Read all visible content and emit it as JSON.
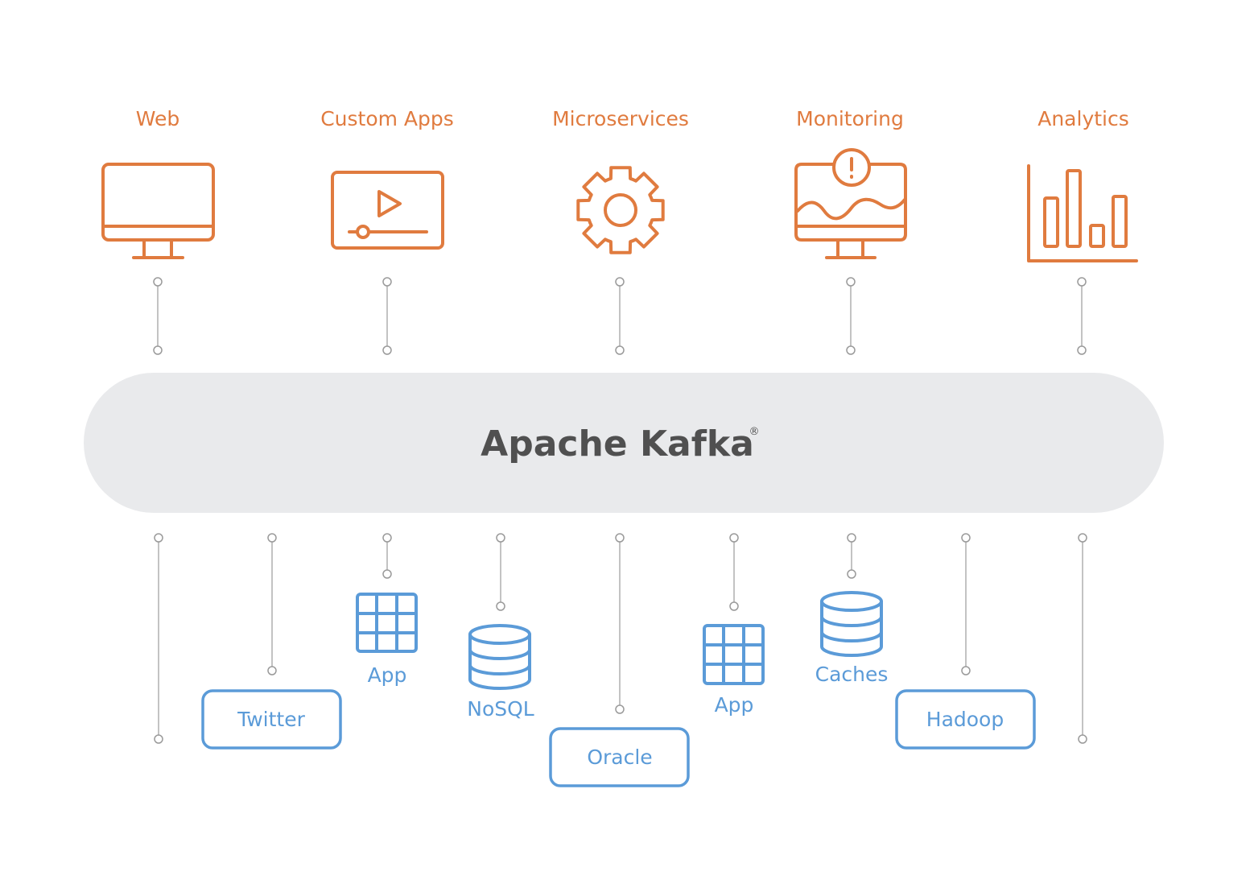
{
  "hub": {
    "name": "Apache Kafka",
    "trademark": "®",
    "fill_color": "#E9EAEC",
    "text_color": "#505050"
  },
  "colors": {
    "producer_accent": "#E07B3F",
    "consumer_accent": "#5B9BD8",
    "connector": "#AFAFAF"
  },
  "producers": [
    {
      "label": "Web",
      "icon": "desktop-monitor-icon"
    },
    {
      "label": "Custom Apps",
      "icon": "video-player-icon"
    },
    {
      "label": "Microservices",
      "icon": "gear-icon"
    },
    {
      "label": "Monitoring",
      "icon": "monitor-alert-icon"
    },
    {
      "label": "Analytics",
      "icon": "bar-chart-icon"
    }
  ],
  "consumers": [
    {
      "label": "Twitter",
      "kind": "box"
    },
    {
      "label": "App",
      "icon": "grid-table-icon"
    },
    {
      "label": "NoSQL",
      "icon": "database-icon"
    },
    {
      "label": "Oracle",
      "kind": "box"
    },
    {
      "label": "App",
      "icon": "grid-table-icon"
    },
    {
      "label": "Caches",
      "icon": "database-icon"
    },
    {
      "label": "Hadoop",
      "kind": "box"
    }
  ]
}
